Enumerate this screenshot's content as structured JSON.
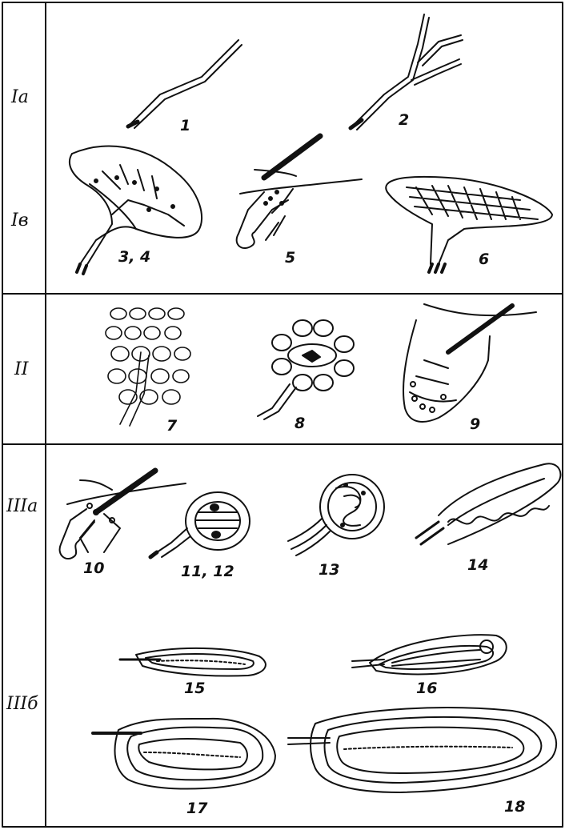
{
  "rows": [
    {
      "label": "Ia"
    },
    {
      "label": "Iв"
    },
    {
      "label": "II"
    },
    {
      "label": "IIIа"
    },
    {
      "label": "IIIб"
    }
  ],
  "figures": [
    "1",
    "2",
    "3, 4",
    "5",
    "6",
    "7",
    "8",
    "9",
    "10",
    "11, 12",
    "13",
    "14",
    "15",
    "16",
    "17",
    "18"
  ]
}
